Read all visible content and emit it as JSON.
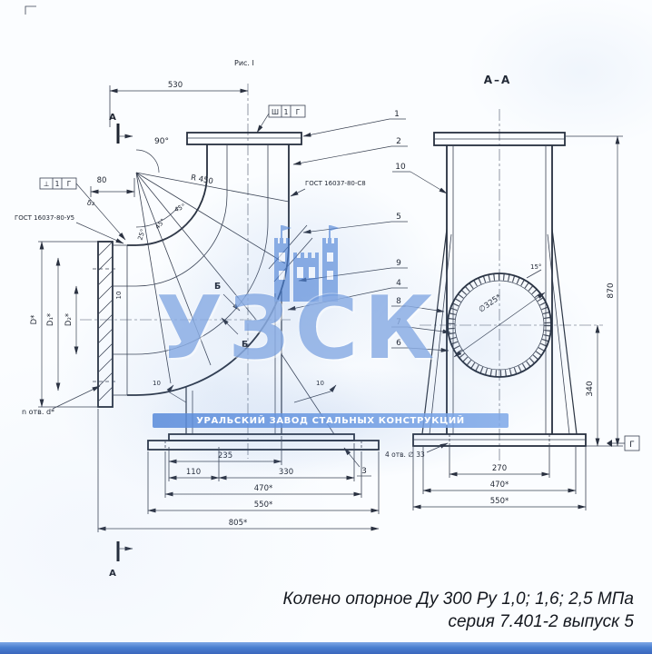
{
  "figure": {
    "caption": "Рис. I"
  },
  "front_view": {
    "section_label_top": "А",
    "section_label_bottom": "А",
    "weld_tag_top": {
      "method": "Ш",
      "num": "1",
      "cat": "Г"
    },
    "weld_tag_left": {
      "method": "⊥",
      "num": "1",
      "cat": "Г"
    },
    "gost_top": "ГОСТ 16037-80-С8",
    "gost_left": "ГОСТ 16037-80-У5",
    "angles": {
      "bend": "90°",
      "a25": "25°",
      "a45_1": "45°",
      "a45_2": "45°"
    },
    "bend_radius": "R 450",
    "dims": {
      "d530": "530",
      "d80": "80",
      "delta2": "δ₂",
      "d235": "235",
      "d110": "110",
      "d330": "330",
      "d470": "470*",
      "d550": "550*",
      "d805": "805*"
    },
    "flange_dims": {
      "D": "D*",
      "D1": "D₁*",
      "D2": "D₂*"
    },
    "holes_note": "n отв. d*",
    "weld_size_neck": "10",
    "weld_flag_left": "10",
    "weld_flag_right": "10",
    "aux_section_label_1": "Б",
    "aux_section_label_2": "Б"
  },
  "section_view": {
    "title": "А–А",
    "bore_dia": "∅325*",
    "chamfer_angle": "15°",
    "holes_note": "4 отв. ∅ 33",
    "datum_label": "Г",
    "dims": {
      "d870": "870",
      "d340": "340",
      "d270": "270",
      "d470": "470*",
      "d550": "550*"
    }
  },
  "part_numbers": {
    "n1": "1",
    "n2": "2",
    "n3": "3",
    "n4": "4",
    "n5": "5",
    "n6": "6",
    "n7": "7",
    "n8": "8",
    "n9": "9",
    "n10": "10"
  },
  "caption": {
    "line1": "Колено опорное Ду 300 Ру 1,0; 1,6; 2,5 МПа",
    "line2": "серия 7.401-2 выпуск 5"
  },
  "watermark": {
    "acronym": "УЗСК",
    "company_line": "УРАЛЬСКИЙ ЗАВОД СТАЛЬНЫХ КОНСТРУКЦИЙ",
    "color": "#4d82d6"
  }
}
